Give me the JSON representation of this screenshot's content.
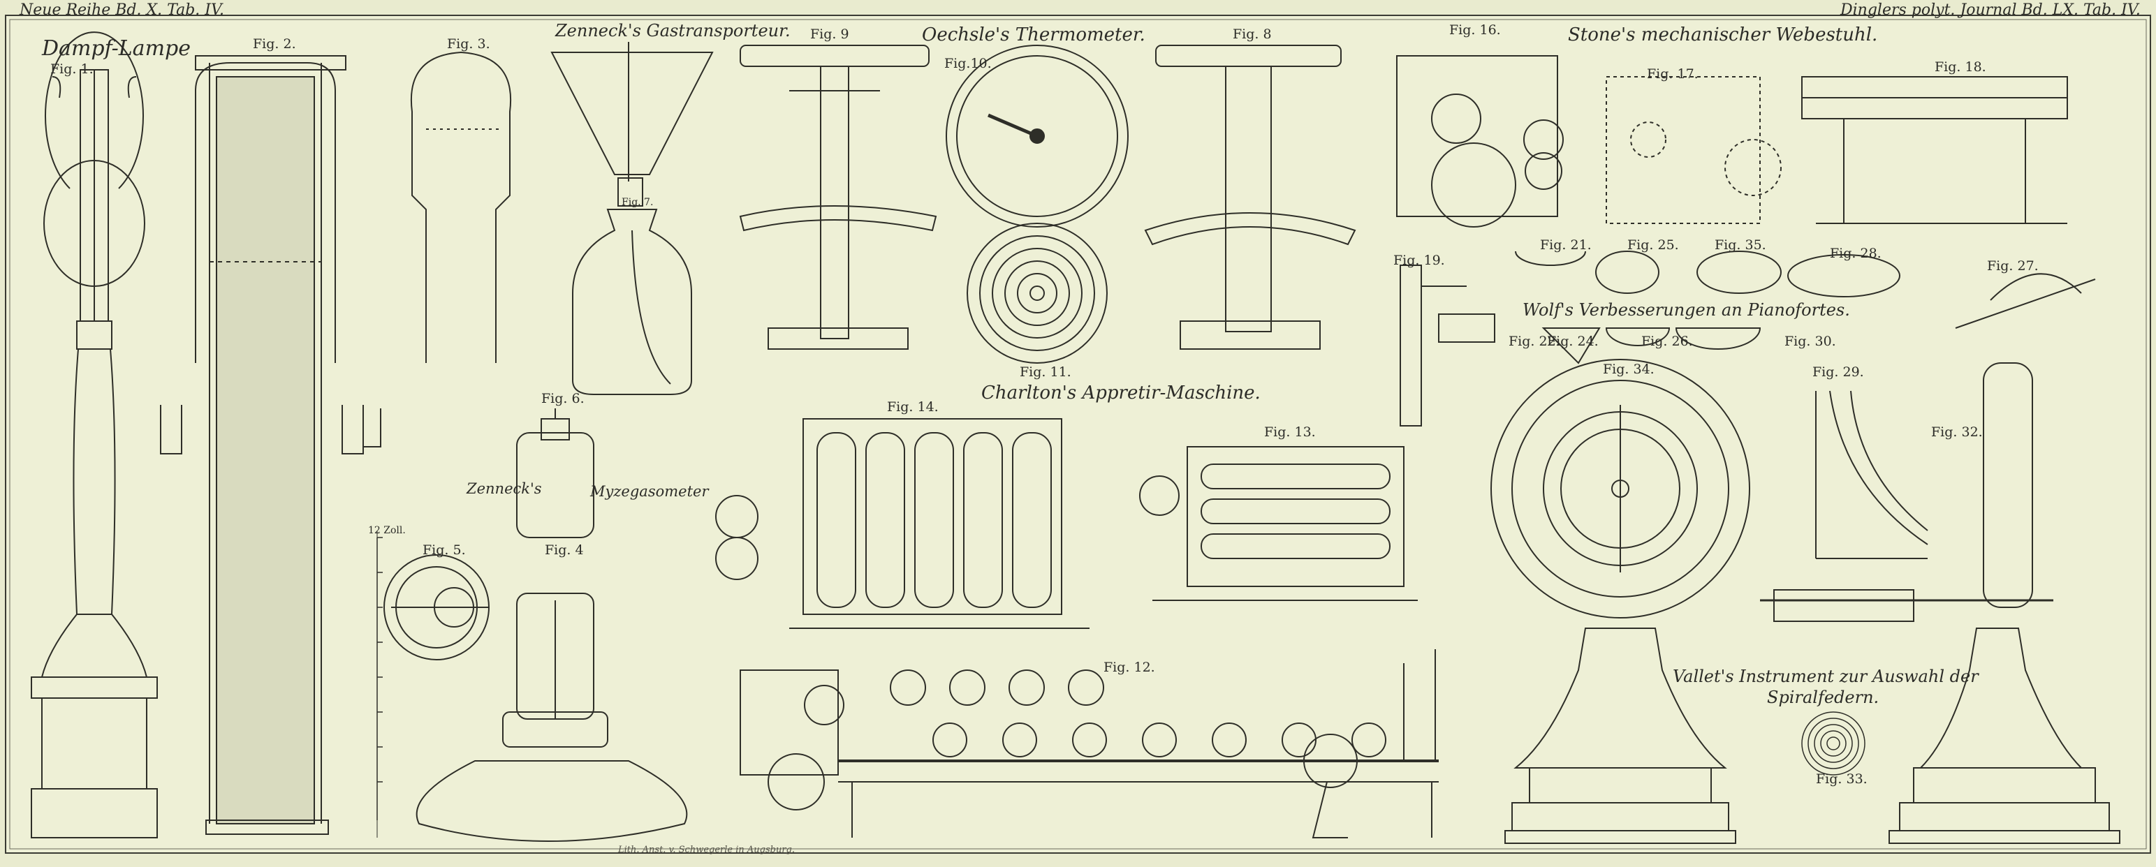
{
  "header": {
    "left": "Neue Reihe Bd. X. Tab. IV.",
    "right": "Dinglers polyt. Journal Bd. LX. Tab. IV."
  },
  "titles": {
    "dampf_lampe": "Dampf-Lampe",
    "zenneck_gastransporteur": "Zenneck's Gastransporteur.",
    "oechsle_thermometer": "Oechsle's Thermometer.",
    "stone_webstuhl": "Stone's mechanischer Webestuhl.",
    "wolf_pianofortes": "Wolf's Verbesserungen an Pianofortes.",
    "charlton_maschine": "Charlton's Appretir-Maschine.",
    "zenneck_myzegasometer_1": "Zenneck's",
    "zenneck_myzegasometer_2": "Myzegasometer",
    "vallet_line1": "Vallet's Instrument zur Auswahl der",
    "vallet_line2": "Spiralfedern."
  },
  "figure_labels": {
    "fig1": "Fig. 1.",
    "fig2": "Fig. 2.",
    "fig3": "Fig. 3.",
    "fig4": "Fig. 4",
    "fig5": "Fig. 5.",
    "fig6": "Fig. 6.",
    "fig7": "Fig. 7.",
    "fig8": "Fig. 8",
    "fig9": "Fig. 9",
    "fig10": "Fig.10.",
    "fig11": "Fig. 11.",
    "fig12": "Fig. 12.",
    "fig13": "Fig. 13.",
    "fig14": "Fig. 14.",
    "fig16": "Fig. 16.",
    "fig17": "Fig. 17.",
    "fig18": "Fig. 18.",
    "fig19": "Fig. 19.",
    "fig21": "Fig. 21.",
    "fig22": "Fig. 22.",
    "fig24": "Fig. 24.",
    "fig25": "Fig. 25.",
    "fig26": "Fig. 26.",
    "fig27": "Fig. 27.",
    "fig28": "Fig. 28.",
    "fig29": "Fig. 29.",
    "fig30": "Fig. 30.",
    "fig32": "Fig. 32.",
    "fig33": "Fig. 33.",
    "fig34": "Fig. 34.",
    "fig35": "Fig. 35."
  },
  "scale_label": "12 Zoll.",
  "imprint": "Lith. Anst. v. Schwegerle in Augsburg."
}
